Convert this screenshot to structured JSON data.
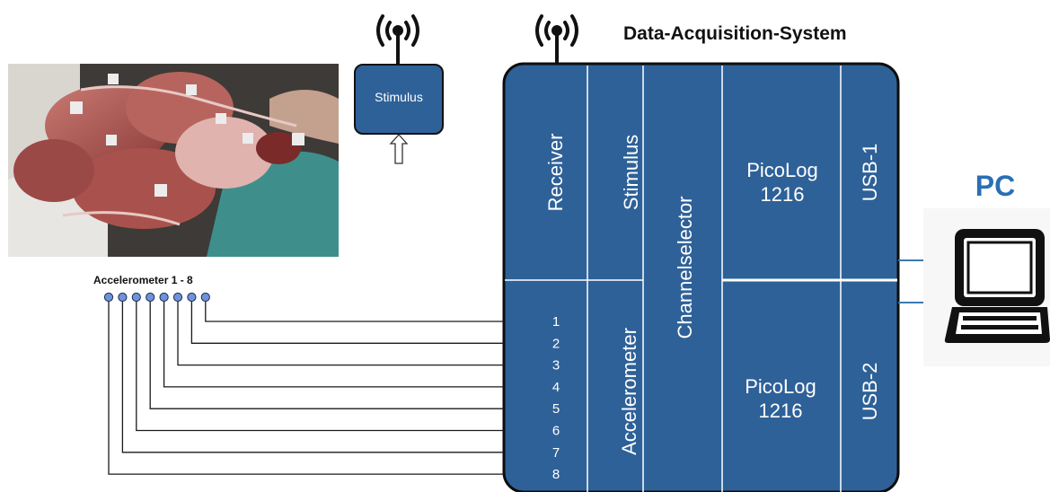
{
  "title": "Data-Acquisition-System",
  "photo": {
    "description_icon": "surgical-photo-icon"
  },
  "stimulus_box": {
    "label": "Stimulus"
  },
  "accelerometer_group": {
    "label": "Accelerometer 1 - 8",
    "count": 8
  },
  "daq": {
    "receiver": "Receiver",
    "stimulus": "Stimulus",
    "channelselector": "Channelselector",
    "accelerometer": "Accelerometer",
    "channel_numbers": [
      "1",
      "2",
      "3",
      "4",
      "5",
      "6",
      "7",
      "8"
    ],
    "picolog_top": {
      "line1": "PicoLog",
      "line2": "1216"
    },
    "picolog_bottom": {
      "line1": "PicoLog",
      "line2": "1216"
    },
    "usb1": "USB-1",
    "usb2": "USB-2"
  },
  "pc": {
    "label": "PC",
    "icon": "laptop-icon"
  },
  "colors": {
    "box_fill": "#2e6198",
    "box_stroke": "#0d0d0d",
    "divider": "#ffffff",
    "node_fill": "#6f93d8",
    "pc_label": "#2a6fb6",
    "wire": "#1a1a1a",
    "link": "#3a7ab0"
  }
}
